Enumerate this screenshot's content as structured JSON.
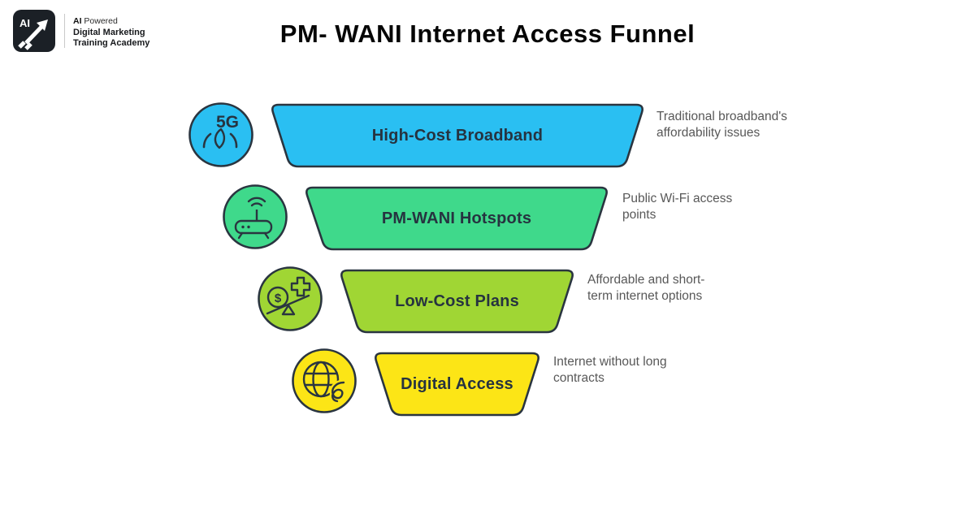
{
  "logo": {
    "line1_bold": "AI",
    "line1_rest": " Powered",
    "line2": "Digital Marketing",
    "line3": "Training Academy",
    "square_text": "AI"
  },
  "title": "PM- WANI Internet Access Funnel",
  "colors": {
    "stroke": "#2a3540",
    "blue": "#2ABFF2",
    "green": "#3FD98B",
    "lime": "#A0D634",
    "yellow": "#FCE516",
    "annotation_text": "#585858",
    "label_text": "#263340"
  },
  "funnel": {
    "stages": [
      {
        "label": "High-Cost Broadband",
        "annotation": "Traditional broadband's\naffordability issues",
        "color": "#2ABFF2",
        "icon": "5g-speedometer",
        "icon_text": "5G"
      },
      {
        "label": "PM-WANI Hotspots",
        "annotation": "Public Wi-Fi access\npoints",
        "color": "#3FD98B",
        "icon": "wifi-router",
        "icon_text": ""
      },
      {
        "label": "Low-Cost Plans",
        "annotation": "Affordable and short-\nterm internet options",
        "color": "#A0D634",
        "icon": "cost-balance",
        "icon_text": "$"
      },
      {
        "label": "Digital Access",
        "annotation": "Internet without long\ncontracts",
        "color": "#FCE516",
        "icon": "globe-no-contract",
        "icon_text": ""
      }
    ]
  }
}
